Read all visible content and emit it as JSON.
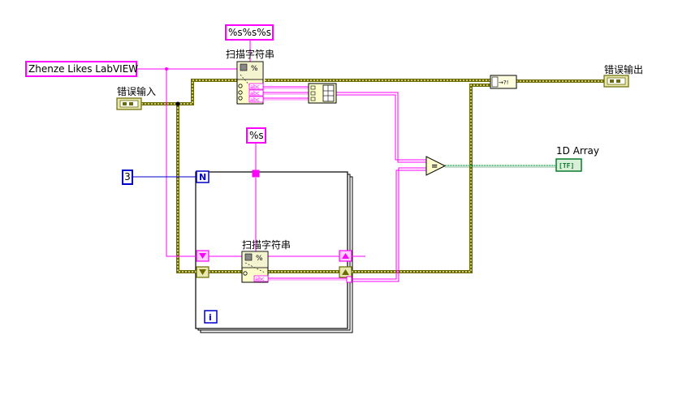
{
  "constants": {
    "input_string": "Zhenze Likes LabVIEW",
    "format_top": "%s%s%s",
    "format_loop": "%s",
    "loop_count": "3"
  },
  "labels": {
    "scan_top": "扫描字符串",
    "scan_loop": "扫描字符串",
    "error_in": "错误输入",
    "error_out": "错误输出",
    "array_out": "1D Array"
  },
  "loop": {
    "count_terminal": "N",
    "iteration_terminal": "i"
  },
  "nodes": {
    "scan_icon": "%",
    "abc": "abc",
    "compare_symbol": "=",
    "bool_indicator": "[TF]",
    "merge_errors": "→?!"
  },
  "colors": {
    "string_wire": "#ff00ff",
    "error_wire": "#8c8c00",
    "numeric_wire": "#0000cc",
    "boolean_wire": "#0a7a2a",
    "cluster": "#b5b56a"
  }
}
